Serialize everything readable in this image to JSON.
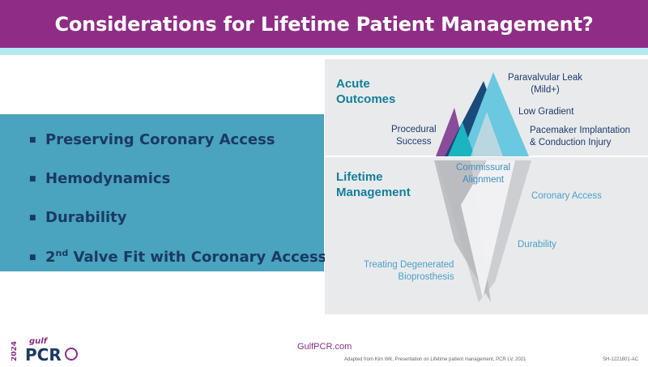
{
  "title": "Considerations for Lifetime Patient Management?",
  "bullets": [
    {
      "text": "Preserving Coronary Access"
    },
    {
      "text": "Hemodynamics"
    },
    {
      "text": "Durability"
    },
    {
      "prefix": "2",
      "sup": "nd",
      "text": " Valve Fit with Coronary Access"
    }
  ],
  "diagram": {
    "acute_heading_1": "Acute",
    "acute_heading_2": "Outcomes",
    "lifetime_heading_1": "Lifetime",
    "lifetime_heading_2": "Management",
    "paravalvular_1": "Paravalvular Leak",
    "paravalvular_2": "(Mild+)",
    "low_gradient": "Low Gradient",
    "pacemaker_1": "Pacemaker Implantation",
    "pacemaker_2": "& Conduction Injury",
    "procedural_1": "Procedural",
    "procedural_2": "Success",
    "commissural_1": "Commissural",
    "commissural_2": "Alignment",
    "coronary_access": "Coronary Access",
    "durability": "Durability",
    "treating_1": "Treating Degenerated",
    "treating_2": "Bioprosthesis"
  },
  "footer": {
    "url": "GulfPCR.com",
    "reference": "Adapted from Kim WK, Presentation on Lifetime patient management, PCR LV, 2021",
    "code": "SH-1221801-AC"
  },
  "logo": {
    "year": "2024",
    "gulf": "gulf",
    "pcr": "PCR"
  },
  "colors": {
    "title_bg": "#8f2d86",
    "stripe": "#b3eaf0",
    "panel": "#4aa3bf",
    "bullet_text": "#1b3a63",
    "heading_teal": "#127f9c"
  }
}
